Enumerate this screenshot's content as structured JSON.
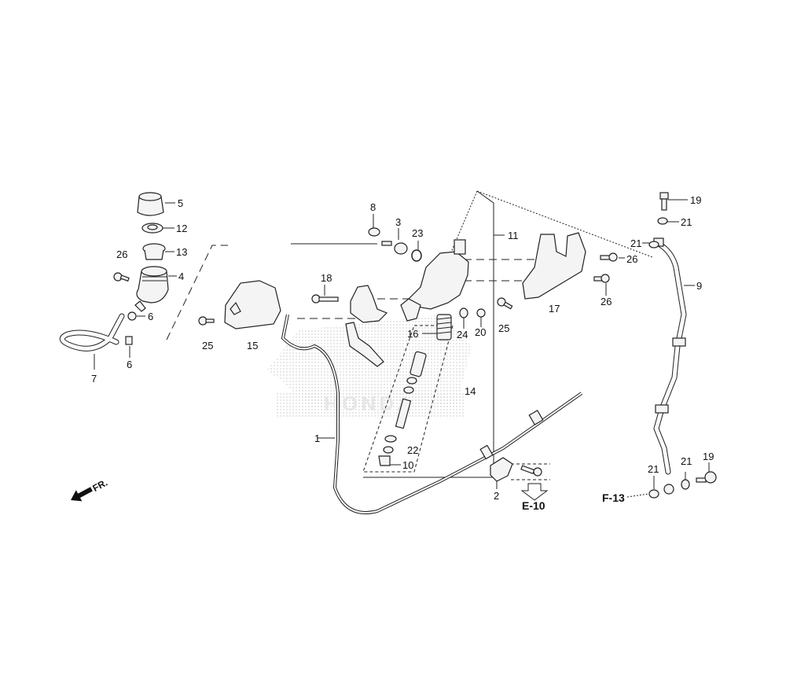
{
  "diagram": {
    "title": "Clutch master cylinder / clutch cable parts diagram",
    "watermark": "HONDA",
    "front_indicator": "FR.",
    "callouts": [
      {
        "id": "c1",
        "label": "1",
        "part": "clutch-cable"
      },
      {
        "id": "c2",
        "label": "2",
        "part": "cable-clamp"
      },
      {
        "id": "c3",
        "label": "3",
        "part": "bolt"
      },
      {
        "id": "c4",
        "label": "4",
        "part": "reservoir"
      },
      {
        "id": "c5",
        "label": "5",
        "part": "reservoir-cap"
      },
      {
        "id": "c6a",
        "label": "6",
        "part": "hose-clip-upper"
      },
      {
        "id": "c6b",
        "label": "6",
        "part": "hose-clip-lower"
      },
      {
        "id": "c7",
        "label": "7",
        "part": "reservoir-hose"
      },
      {
        "id": "c8",
        "label": "8",
        "part": "washer"
      },
      {
        "id": "c9",
        "label": "9",
        "part": "clutch-hose"
      },
      {
        "id": "c10",
        "label": "10",
        "part": "boot"
      },
      {
        "id": "c11",
        "label": "11",
        "part": "master-cylinder-assy"
      },
      {
        "id": "c12",
        "label": "12",
        "part": "plate"
      },
      {
        "id": "c13",
        "label": "13",
        "part": "diaphragm"
      },
      {
        "id": "c14",
        "label": "14",
        "part": "piston-set"
      },
      {
        "id": "c15",
        "label": "15",
        "part": "cover"
      },
      {
        "id": "c16",
        "label": "16",
        "part": "spring"
      },
      {
        "id": "c17",
        "label": "17",
        "part": "bracket"
      },
      {
        "id": "c18",
        "label": "18",
        "part": "pivot-bolt"
      },
      {
        "id": "c19a",
        "label": "19",
        "part": "oil-bolt-upper"
      },
      {
        "id": "c19b",
        "label": "19",
        "part": "oil-bolt-lower"
      },
      {
        "id": "c20",
        "label": "20",
        "part": "nut"
      },
      {
        "id": "c21a",
        "label": "21",
        "part": "sealing-washer-1"
      },
      {
        "id": "c21b",
        "label": "21",
        "part": "sealing-washer-2"
      },
      {
        "id": "c21c",
        "label": "21",
        "part": "sealing-washer-3"
      },
      {
        "id": "c21d",
        "label": "21",
        "part": "sealing-washer-4"
      },
      {
        "id": "c22",
        "label": "22",
        "part": "circlip"
      },
      {
        "id": "c23",
        "label": "23",
        "part": "o-ring"
      },
      {
        "id": "c24",
        "label": "24",
        "part": "washer"
      },
      {
        "id": "c25a",
        "label": "25",
        "part": "bolt-cover"
      },
      {
        "id": "c25b",
        "label": "25",
        "part": "bolt-bracket"
      },
      {
        "id": "c26a",
        "label": "26",
        "part": "bolt-reservoir"
      },
      {
        "id": "c26b",
        "label": "26",
        "part": "bolt-bracket-upper"
      },
      {
        "id": "c26c",
        "label": "26",
        "part": "bolt-bracket-lower"
      }
    ],
    "references": [
      {
        "id": "e10",
        "label": "E-10"
      },
      {
        "id": "f13",
        "label": "F-13"
      }
    ]
  }
}
